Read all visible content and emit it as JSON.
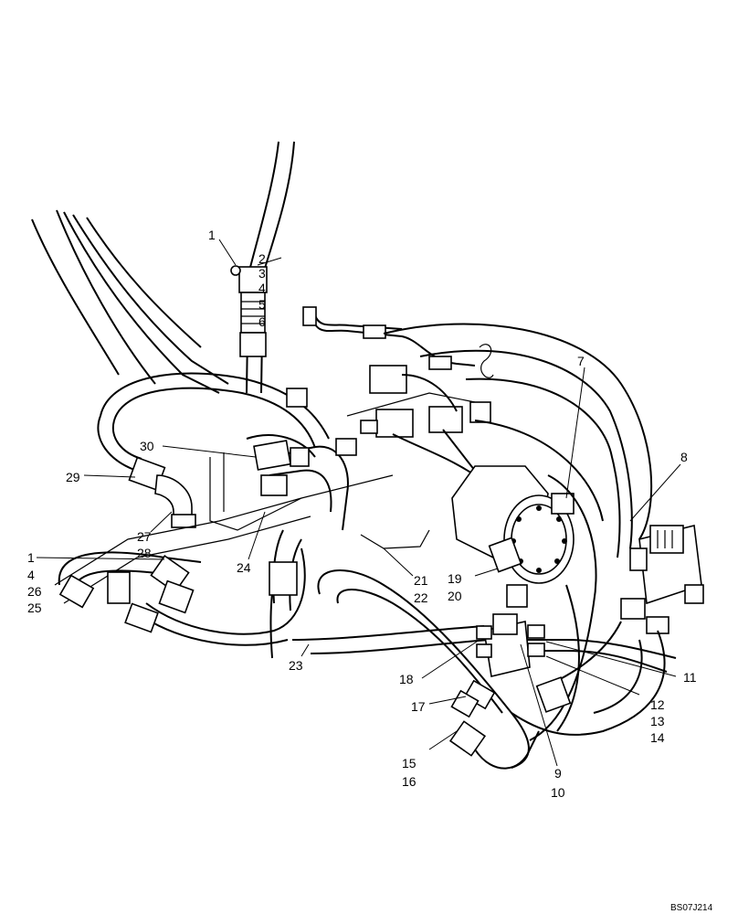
{
  "callouts": [
    {
      "id": "c1a",
      "text": "1"
    },
    {
      "id": "c2",
      "text": "2"
    },
    {
      "id": "c3",
      "text": "3"
    },
    {
      "id": "c4a",
      "text": "4"
    },
    {
      "id": "c5",
      "text": "5"
    },
    {
      "id": "c6",
      "text": "6"
    },
    {
      "id": "c7",
      "text": "7"
    },
    {
      "id": "c8",
      "text": "8"
    },
    {
      "id": "c9",
      "text": "9"
    },
    {
      "id": "c10",
      "text": "10"
    },
    {
      "id": "c11",
      "text": "11"
    },
    {
      "id": "c12",
      "text": "12"
    },
    {
      "id": "c13",
      "text": "13"
    },
    {
      "id": "c14",
      "text": "14"
    },
    {
      "id": "c15",
      "text": "15"
    },
    {
      "id": "c16",
      "text": "16"
    },
    {
      "id": "c17",
      "text": "17"
    },
    {
      "id": "c18",
      "text": "18"
    },
    {
      "id": "c19",
      "text": "19"
    },
    {
      "id": "c20",
      "text": "20"
    },
    {
      "id": "c21",
      "text": "21"
    },
    {
      "id": "c22",
      "text": "22"
    },
    {
      "id": "c23",
      "text": "23"
    },
    {
      "id": "c24",
      "text": "24"
    },
    {
      "id": "c25",
      "text": "25"
    },
    {
      "id": "c26",
      "text": "26"
    },
    {
      "id": "c27",
      "text": "27"
    },
    {
      "id": "c28",
      "text": "28"
    },
    {
      "id": "c29",
      "text": "29"
    },
    {
      "id": "c30",
      "text": "30"
    },
    {
      "id": "c1b",
      "text": "1"
    },
    {
      "id": "c4b",
      "text": "4"
    }
  ],
  "figure_code": "BS07J214",
  "colors": {
    "ink": "#000000",
    "paper": "#ffffff"
  }
}
